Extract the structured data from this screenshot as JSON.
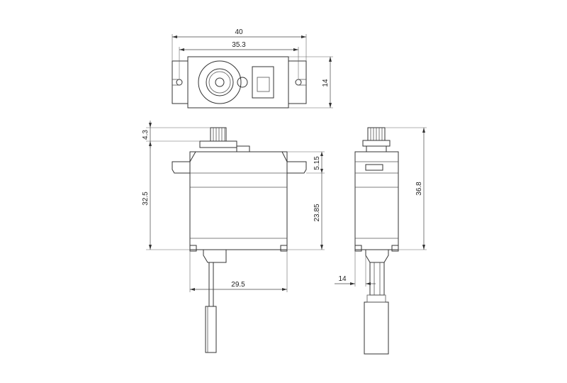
{
  "dimensions": {
    "top_view": {
      "overall_width": "40",
      "mount_hole_spacing": "35.3",
      "depth": "14"
    },
    "front_view": {
      "spline_height": "4.3",
      "body_height": "32.5",
      "tab_to_top": "5.15",
      "tab_to_bottom": "23.85",
      "body_width": "29.5"
    },
    "side_view": {
      "body_depth": "14",
      "total_height": "36.8"
    }
  },
  "colors": {
    "line": "#333333",
    "background": "#ffffff"
  }
}
